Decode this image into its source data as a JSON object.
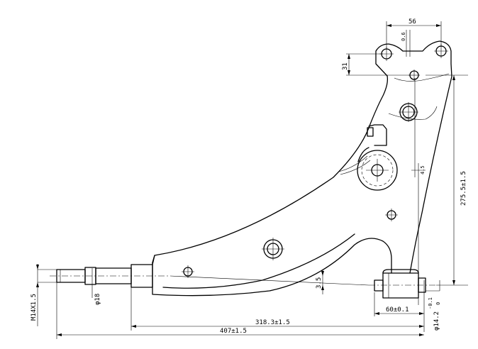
{
  "dimensions": {
    "width_56": "56",
    "offset_0_6": "0.6",
    "height_31": "31",
    "height_275": "275.5±1.5",
    "offset_4_5": "4.5",
    "thread_m14": "M14X1.5",
    "dia_18": "φ18",
    "offset_3_5": "3.5",
    "length_60": "60±0.1",
    "dia_14": "φ14.2",
    "dia_14_tol_upper": "-0.1",
    "dia_14_tol_lower": "0",
    "length_318": "318.3±1.5",
    "length_407": "407±1.5"
  }
}
